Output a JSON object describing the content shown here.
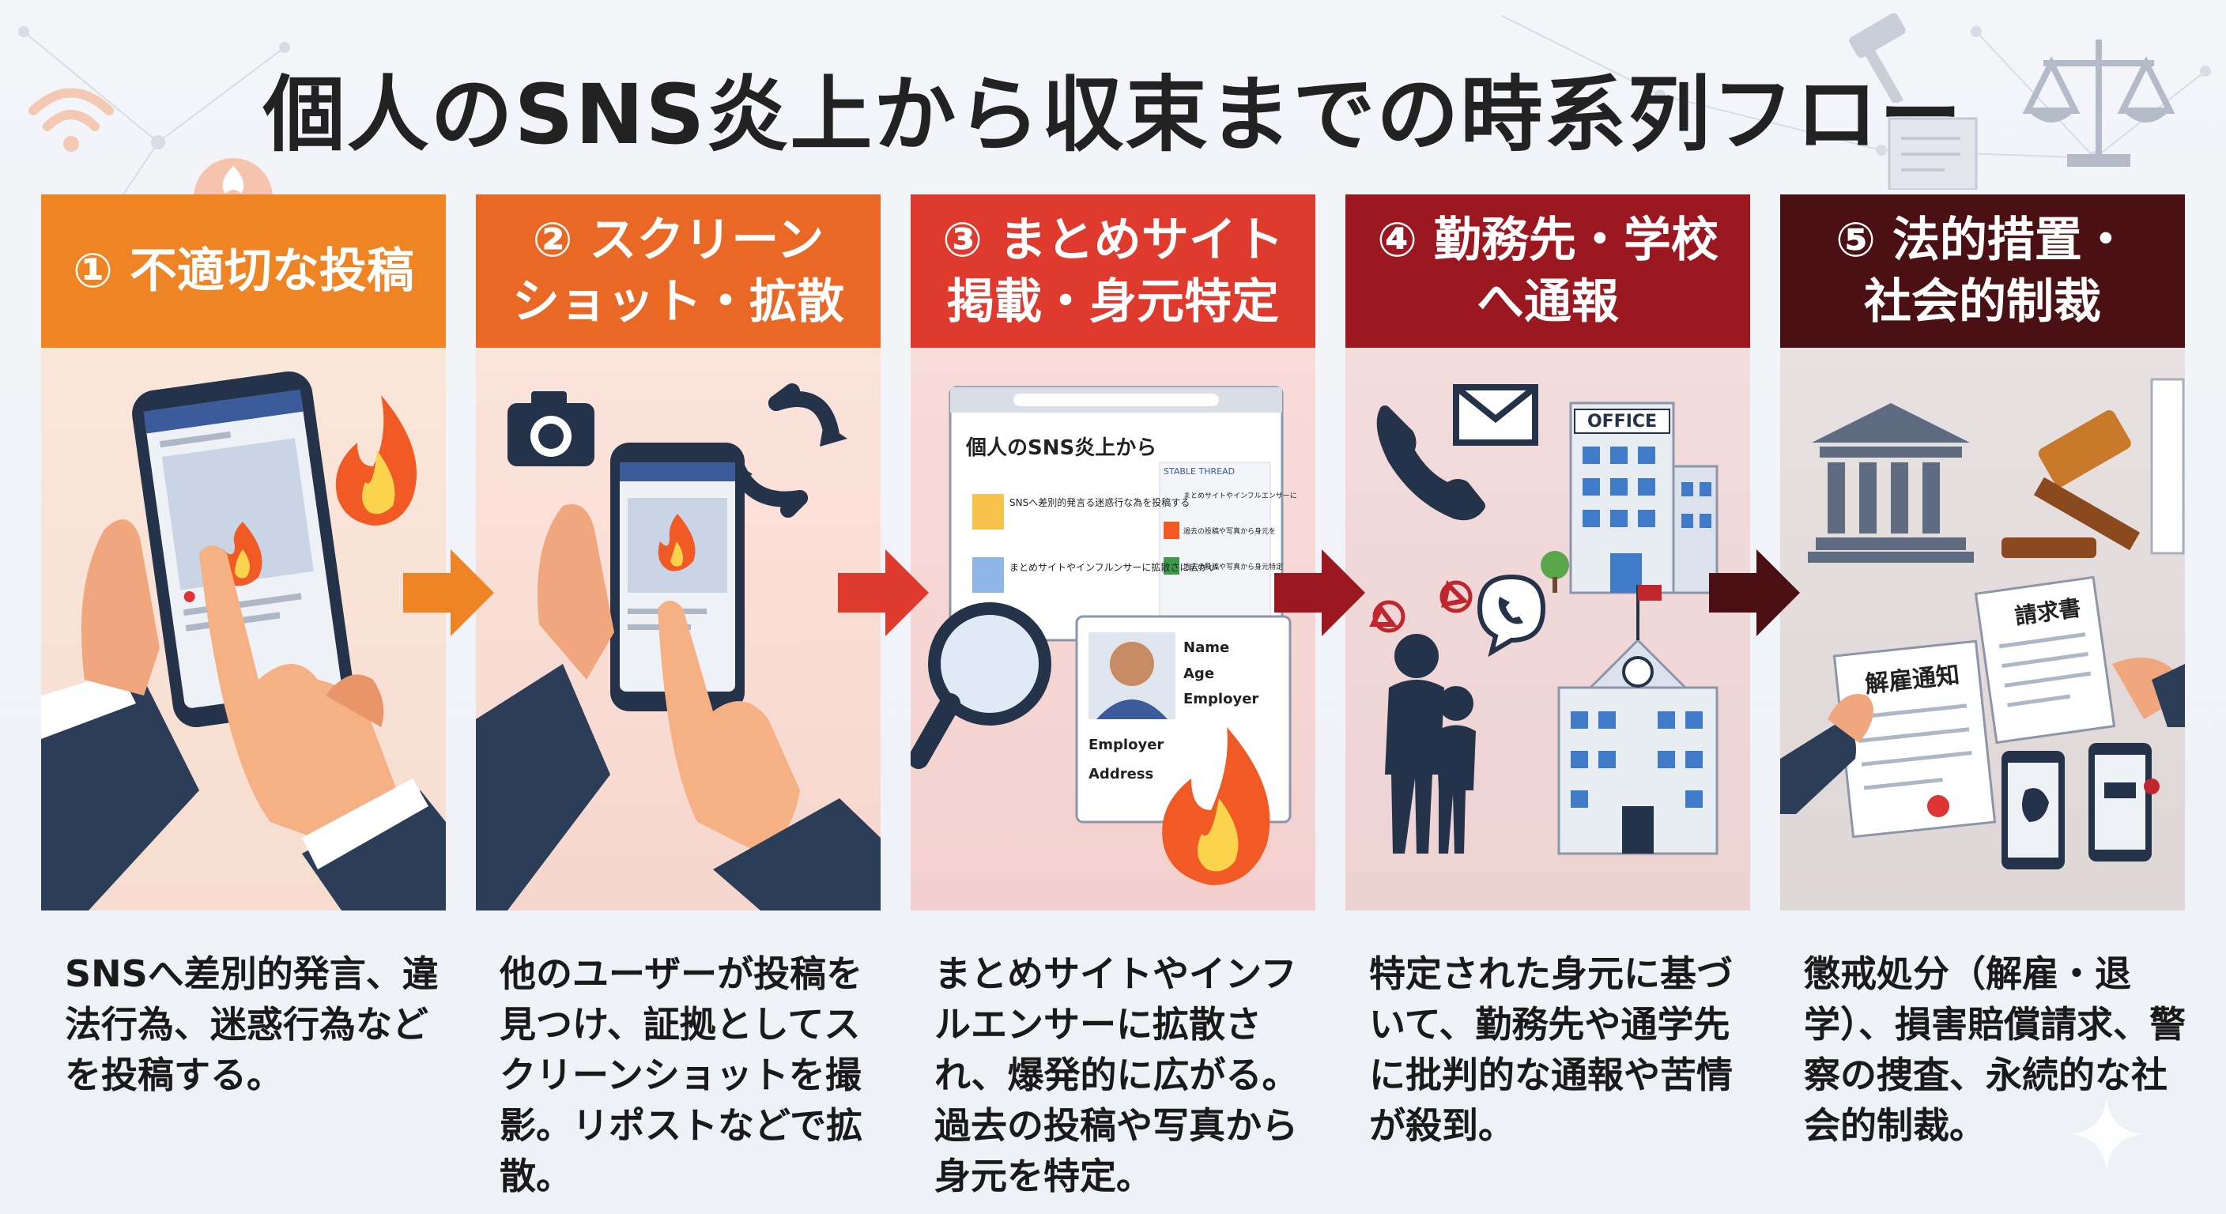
{
  "title": "個人のSNS炎上から収束までの時系列フロー",
  "colors": {
    "step1": "#ef8424",
    "step2": "#ea6826",
    "step3": "#df3a2e",
    "step4": "#9b1821",
    "step5": "#4a1014",
    "fire": "#f15a24"
  },
  "steps": [
    {
      "header": "① 不適切な投稿",
      "description": "SNSへ差別的発言、違法行為、迷惑行為などを投稿する。",
      "icons": [
        "smartphone-icon",
        "fire-icon",
        "hand-icon"
      ]
    },
    {
      "header": "② スクリーン\nショット・拡散",
      "description": "他のユーザーが投稿を見つけ、証拠としてスクリーンショットを撮影。リポストなどで拡散。",
      "icons": [
        "camera-icon",
        "refresh-icon",
        "smartphone-icon"
      ]
    },
    {
      "header": "③ まとめサイト\n掲載・身元特定",
      "description": "まとめサイトやインフルエンサーに拡散され、爆発的に広がる。過去の投稿や写真から身元を特定。",
      "icons": [
        "browser-icon",
        "magnifier-icon",
        "profile-card-icon",
        "fire-icon"
      ],
      "site": {
        "headline": "個人のSNS炎上から",
        "sidebar_title": "STABLE THREAD",
        "item1": "SNSへ差別的発言る迷惑行な為を投稿する",
        "item2": "まとめサイトやインフルンサーに拡散さに広がい",
        "side1": "まとめサイトやインフルエンサーに",
        "side2": "過去の投稿や写真から身元を",
        "side3": "過去の投稿や写真から身元特定"
      },
      "profile": {
        "name": "Name",
        "age": "Age",
        "employer": "Employer",
        "employer2": "Employer",
        "address": "Address"
      }
    },
    {
      "header": "④ 勤務先・学校\nへ通報",
      "description": "特定された身元に基づいて、勤務先や通学先に批判的な通報や苦情が殺到。",
      "icons": [
        "phone-icon",
        "mail-icon",
        "office-building-icon",
        "people-icon",
        "chat-phone-icon",
        "school-icon"
      ],
      "office_label": "OFFICE"
    },
    {
      "header": "⑤ 法的措置・\n社会的制裁",
      "description": "懲戒処分（解雇・退学）、損害賠償請求、警察の捜査、永続的な社会的制裁。",
      "icons": [
        "courthouse-icon",
        "gavel-icon",
        "document-icon",
        "smartphone-icon"
      ],
      "doc1": "請求書",
      "doc2": "解雇通知"
    }
  ],
  "arrows_color": [
    "#ef8424",
    "#df3a2e",
    "#9b1821",
    "#4a1014"
  ]
}
